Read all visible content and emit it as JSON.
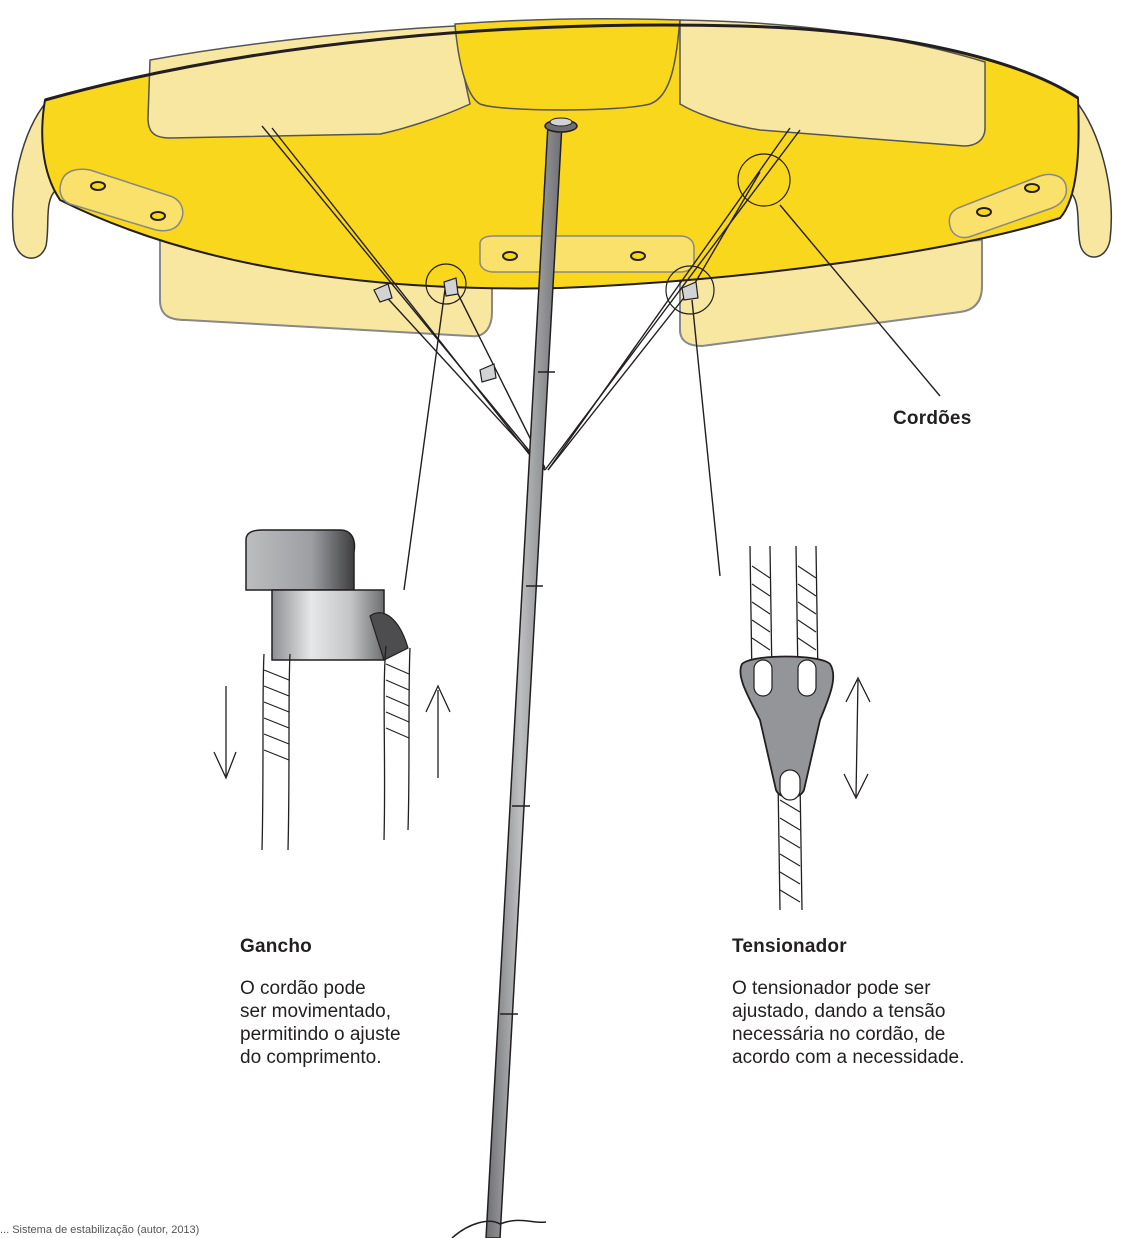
{
  "labels": {
    "cordoes": "Cordões",
    "gancho_title": "Gancho",
    "gancho_desc": "O cordão pode\nser movimentado,\npermitindo o ajuste\ndo comprimento.",
    "tensionador_title": "Tensionador",
    "tensionador_desc": "O tensionador pode ser\najustado, dando a tensão\nnecessária no cordão, de\nacordo com a necessidade."
  },
  "caption": "... Sistema de estabilização (autor, 2013)",
  "colors": {
    "canopy": "#f9d71c",
    "canopy_light": "#f8e7a0",
    "pole": "#9a9b9d",
    "ink": "#231f20",
    "metal": "#a7a9ac"
  },
  "icons": {
    "hook": "hook-icon",
    "tensioner": "tensioner-icon",
    "arrow_down": "arrow-down-icon",
    "arrow_up": "arrow-up-icon",
    "arrow_updown": "double-arrow-icon"
  }
}
